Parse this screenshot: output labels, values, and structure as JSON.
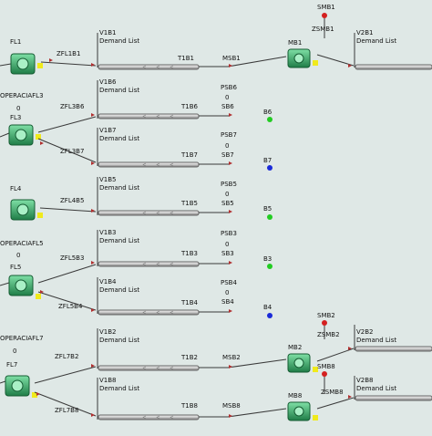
{
  "labels": {
    "fl1": "FL1",
    "zfl1b1": "ZFL1B1",
    "v1b1": "V1B1",
    "dl1": "Demand List",
    "t1b1": "T1B1",
    "msb1": "MSB1",
    "smb1": "SMB1",
    "zsmb1": "ZSMB1",
    "mb1": "MB1",
    "v2b1": "V2B1",
    "dl2": "Demand List",
    "oper1": "OPERACIAFL3",
    "oper1v": "0",
    "fl3": "FL3",
    "zfl3b6": "ZFL3B6",
    "v1b6": "V1B6",
    "dl3": "Demand List",
    "t1b6": "T1B6",
    "psb6": "PSB6",
    "psb6v": "0",
    "sb6": "SB6",
    "b6": "B6",
    "zfl3b7": "ZFL3B7",
    "v1b7": "V1B7",
    "dl4": "Demand List",
    "t1b7": "T1B7",
    "psb7": "PSB7",
    "psb7v": "0",
    "sb7": "SB7",
    "b7": "B7",
    "fl4": "FL4",
    "zfl4b5": "ZFL4B5",
    "v1b5": "V1B5",
    "dl5": "Demand List",
    "t1b5": "T1B5",
    "psb5": "PSB5",
    "psb5v": "0",
    "sb5": "SB5",
    "b5": "B5",
    "oper2": "OPERACIAFL5",
    "oper2v": "0",
    "fl5": "FL5",
    "zfl5b3": "ZFL5B3",
    "v1b3": "V1B3",
    "dl6": "Demand List",
    "t1b3": "T1B3",
    "psb3": "PSB3",
    "psb3v": "0",
    "sb3": "SB3",
    "b3": "B3",
    "zfl5b4": "ZFL5B4",
    "v1b4": "V1B4",
    "dl7": "Demand List",
    "t1b4": "T1B4",
    "psb4": "PSB4",
    "psb4v": "0",
    "sb4": "SB4",
    "b4": "B4",
    "oper3": "OPERACIAFL7",
    "oper3v": "0",
    "fl7": "FL7",
    "zfl7b2": "ZFL7B2",
    "v1b2": "V1B2",
    "dl8": "Demand List",
    "t1b2": "T1B2",
    "msb2": "MSB2",
    "smb2": "SMB2",
    "zsmb2": "ZSMB2",
    "mb2": "MB2",
    "v2b2": "V2B2",
    "dl9": "Demand List",
    "zfl7b8": "ZFL7B8",
    "v1b8": "V1B8",
    "dl10": "Demand List",
    "t1b8": "T1B8",
    "msb8": "MSB8",
    "smb8": "SMB8",
    "zsmb8": "ZSMB8",
    "mb8": "MB8",
    "v2b8": "V2B8",
    "dl11": "Demand List"
  },
  "colors": {
    "background": "#dfe8e6",
    "line": "#3a3a3a",
    "arrow": "#b03030",
    "machine_green": "#3aa86a",
    "machine_yellow": "#f0ea1c",
    "signal_red": "#d42020",
    "signal_green": "#22cc22",
    "signal_blue": "#1a2ad8"
  }
}
